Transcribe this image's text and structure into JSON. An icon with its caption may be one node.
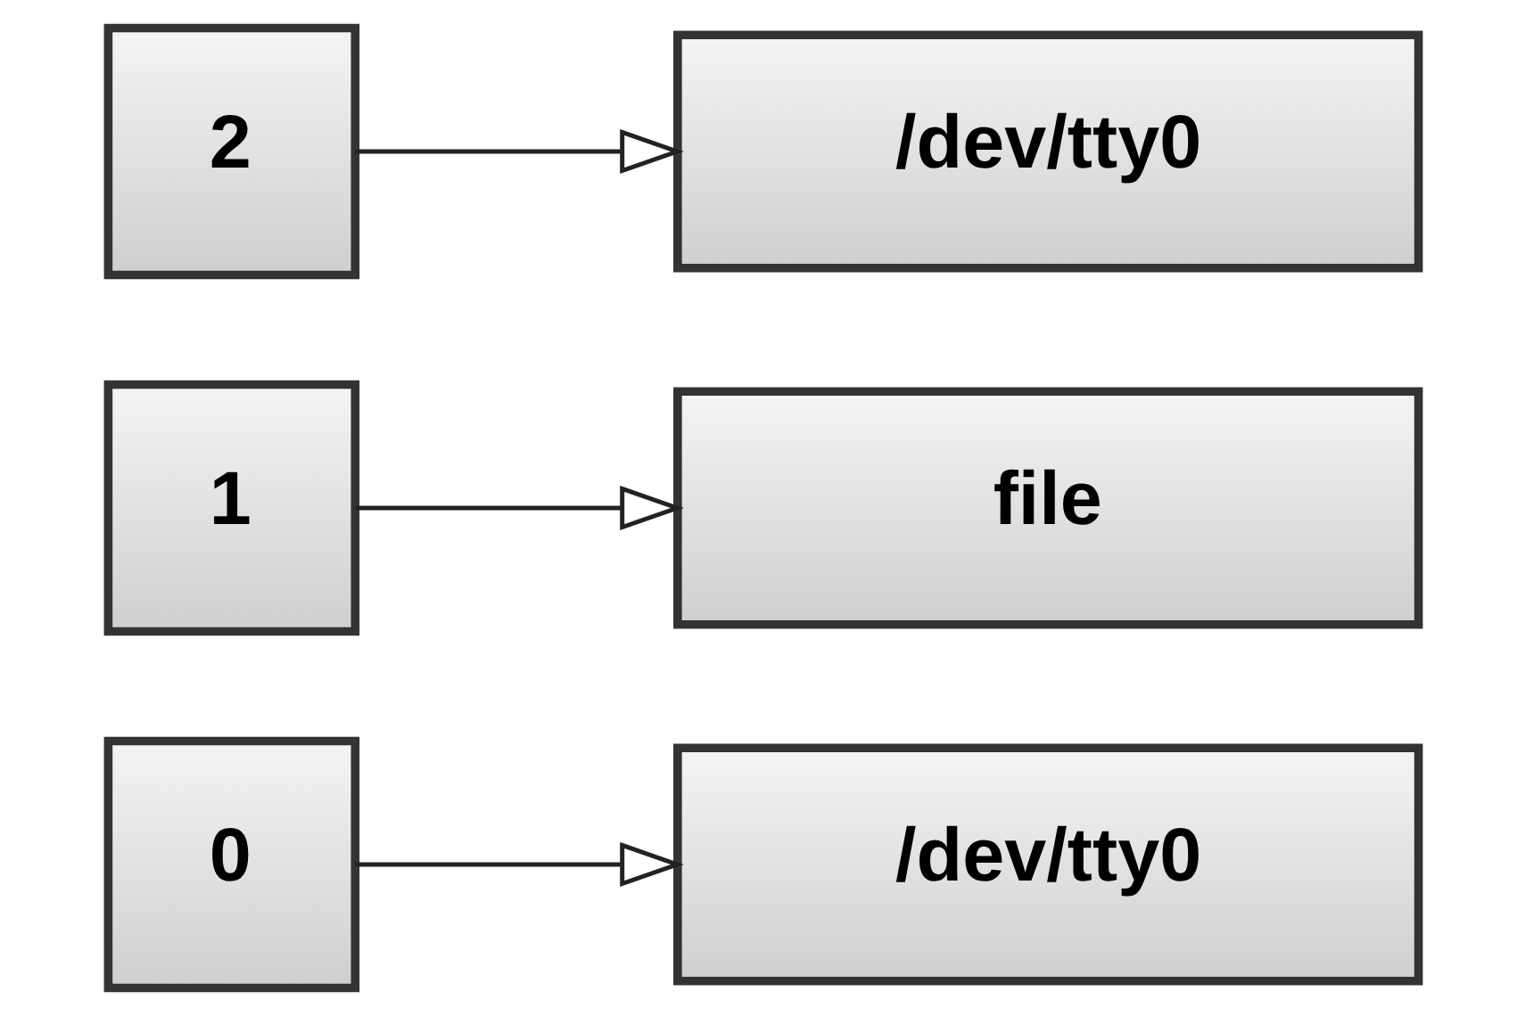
{
  "diagram": {
    "nodes": [
      {
        "text": [
          "0"
        ]
      },
      {
        "text": [
          "/dev/tty0"
        ]
      },
      {
        "text": [
          "1"
        ]
      },
      {
        "text": [
          "file"
        ]
      },
      {
        "text": [
          "2"
        ]
      },
      {
        "text": [
          "/dev/tty0"
        ]
      }
    ],
    "edges": [
      {
        "from": 0,
        "to": 1,
        "arrow": "to"
      },
      {
        "from": 2,
        "to": 3,
        "arrow": "to"
      },
      {
        "from": 4,
        "to": 5,
        "arrow": "to"
      }
    ]
  }
}
